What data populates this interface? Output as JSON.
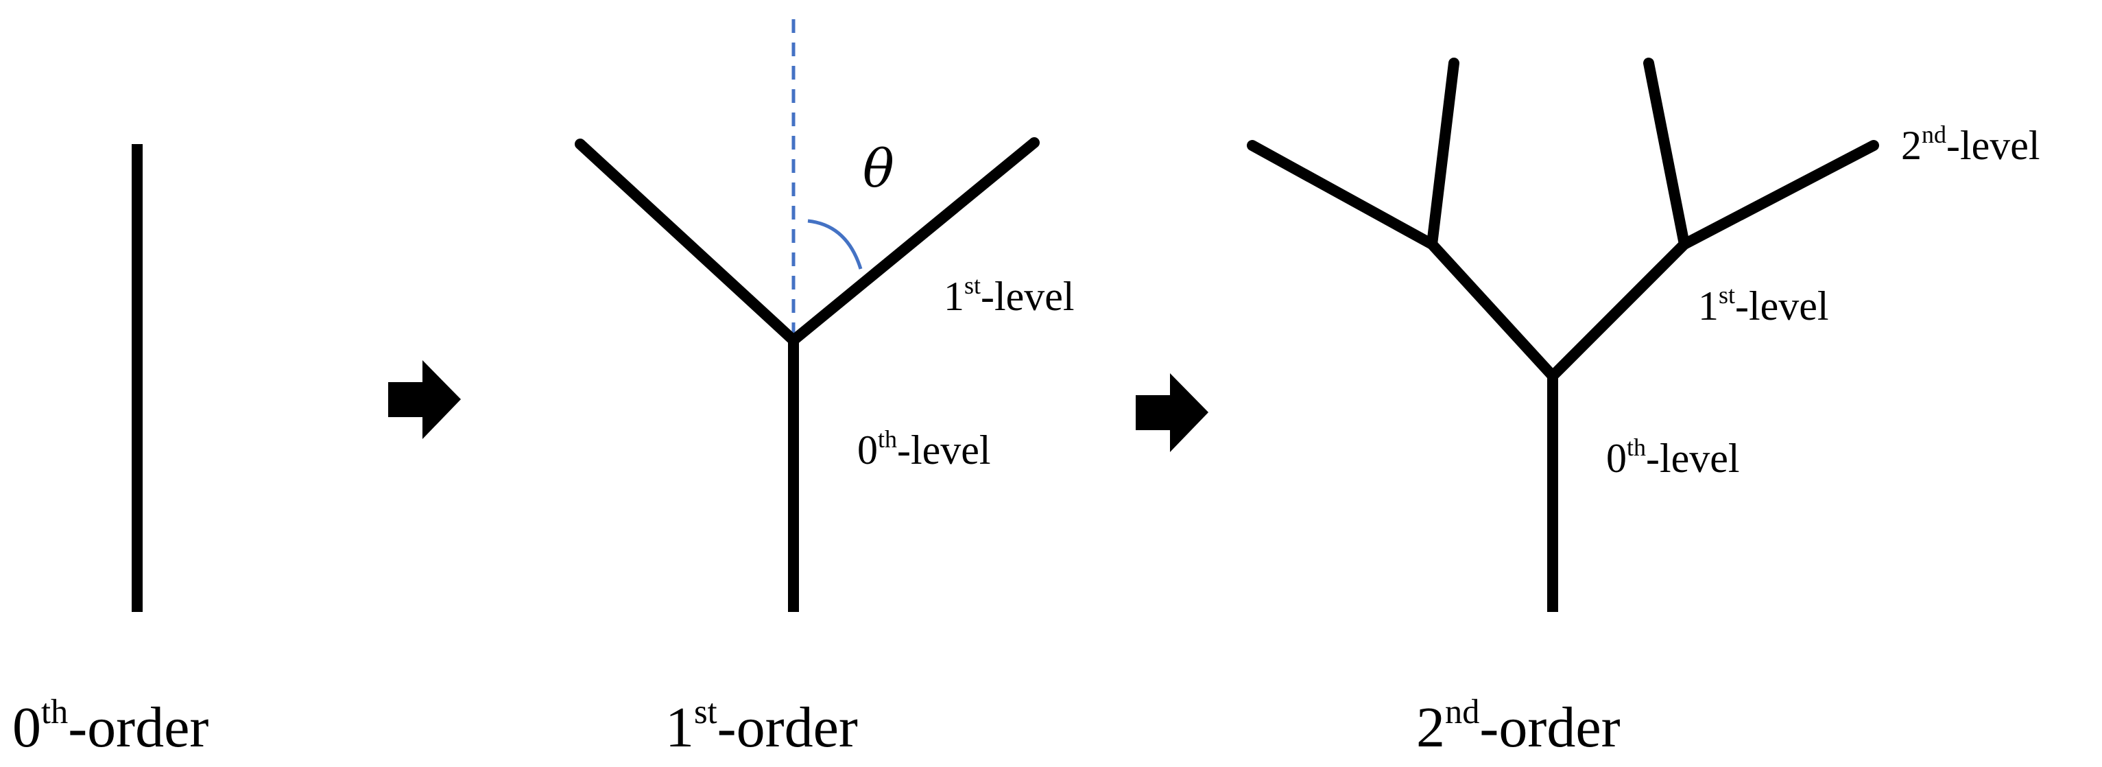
{
  "colors": {
    "line": "#000000",
    "dash": "#4472c4",
    "angle_arc": "#4472c4",
    "background": "#ffffff"
  },
  "symbols": {
    "angle": "θ"
  },
  "orders": [
    {
      "number": "0",
      "suffix": "th",
      "rest": "-order"
    },
    {
      "number": "1",
      "suffix": "st",
      "rest": "-order"
    },
    {
      "number": "2",
      "suffix": "nd",
      "rest": "-order"
    }
  ],
  "levels": {
    "first_order": [
      {
        "number": "1",
        "suffix": "st",
        "rest": "-level"
      },
      {
        "number": "0",
        "suffix": "th",
        "rest": "-level"
      }
    ],
    "second_order": [
      {
        "number": "2",
        "suffix": "nd",
        "rest": "-level"
      },
      {
        "number": "1",
        "suffix": "st",
        "rest": "-level"
      },
      {
        "number": "0",
        "suffix": "th",
        "rest": "-level"
      }
    ]
  },
  "icons": {
    "step_arrow": "right-arrow-icon"
  }
}
